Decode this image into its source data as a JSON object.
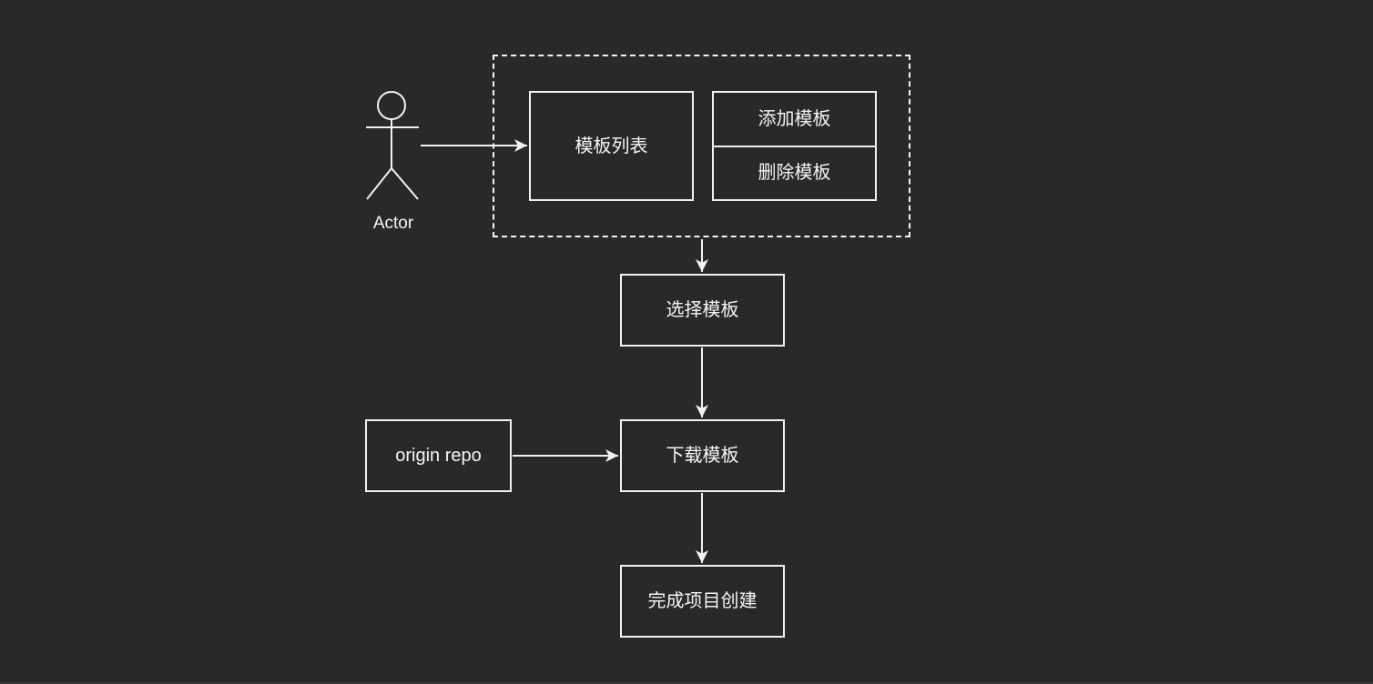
{
  "meta": {
    "background_color": "#292929",
    "stroke_color": "#f2f2f2",
    "text_color": "#f5f5f5"
  },
  "actor": {
    "label": "Actor"
  },
  "container": {
    "template_list": {
      "label": "模板列表"
    },
    "add_template": {
      "label": "添加模板"
    },
    "delete_template": {
      "label": "删除模板"
    }
  },
  "flow": {
    "select_template": {
      "label": "选择模板"
    },
    "origin_repo": {
      "label": "origin repo"
    },
    "download_template": {
      "label": "下载模板"
    },
    "finish_project_creation": {
      "label": "完成项目创建"
    }
  },
  "edges": [
    {
      "from": "actor",
      "to": "template_list"
    },
    {
      "from": "container",
      "to": "select_template"
    },
    {
      "from": "select_template",
      "to": "download_template"
    },
    {
      "from": "origin_repo",
      "to": "download_template"
    },
    {
      "from": "download_template",
      "to": "finish_project_creation"
    }
  ]
}
